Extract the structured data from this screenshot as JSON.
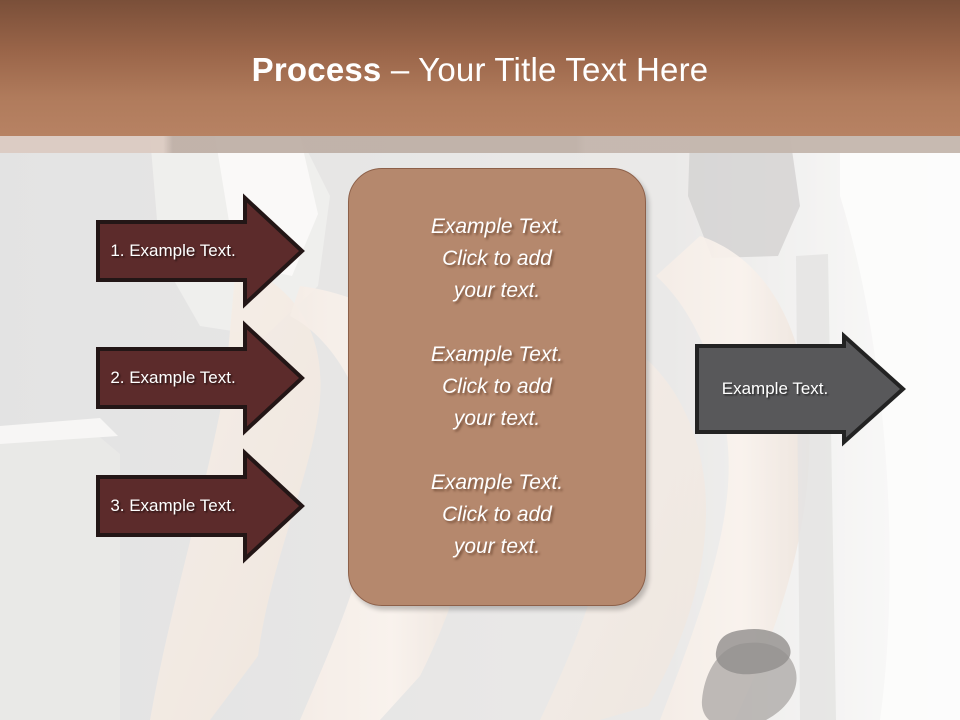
{
  "slide": {
    "title_strong": "Process",
    "title_rest": " – Your Title Text Here"
  },
  "colors": {
    "header_top": "#7a4f39",
    "header_bottom": "#b78263",
    "arrow_maroon": "#5c2b2b",
    "arrow_maroon_outline": "#231616",
    "arrow_gray": "#58585a",
    "arrow_gray_outline": "#232323",
    "center_panel": "#b5886d",
    "center_panel_outline": "#8d6049",
    "text_white": "#ffffff"
  },
  "input_arrows": [
    {
      "label": "1. Example Text.",
      "name": "input-arrow-1"
    },
    {
      "label": "2. Example Text.",
      "name": "input-arrow-2"
    },
    {
      "label": "3. Example Text.",
      "name": "input-arrow-3"
    }
  ],
  "center": {
    "blocks": [
      {
        "line1": "Example Text.",
        "line2": "Click  to add",
        "line3": "your text."
      },
      {
        "line1": "Example Text.",
        "line2": "Click  to add",
        "line3": "your text."
      },
      {
        "line1": "Example Text.",
        "line2": "Click  to add",
        "line3": "your text."
      }
    ]
  },
  "output_arrow": {
    "label": "Example Text."
  }
}
